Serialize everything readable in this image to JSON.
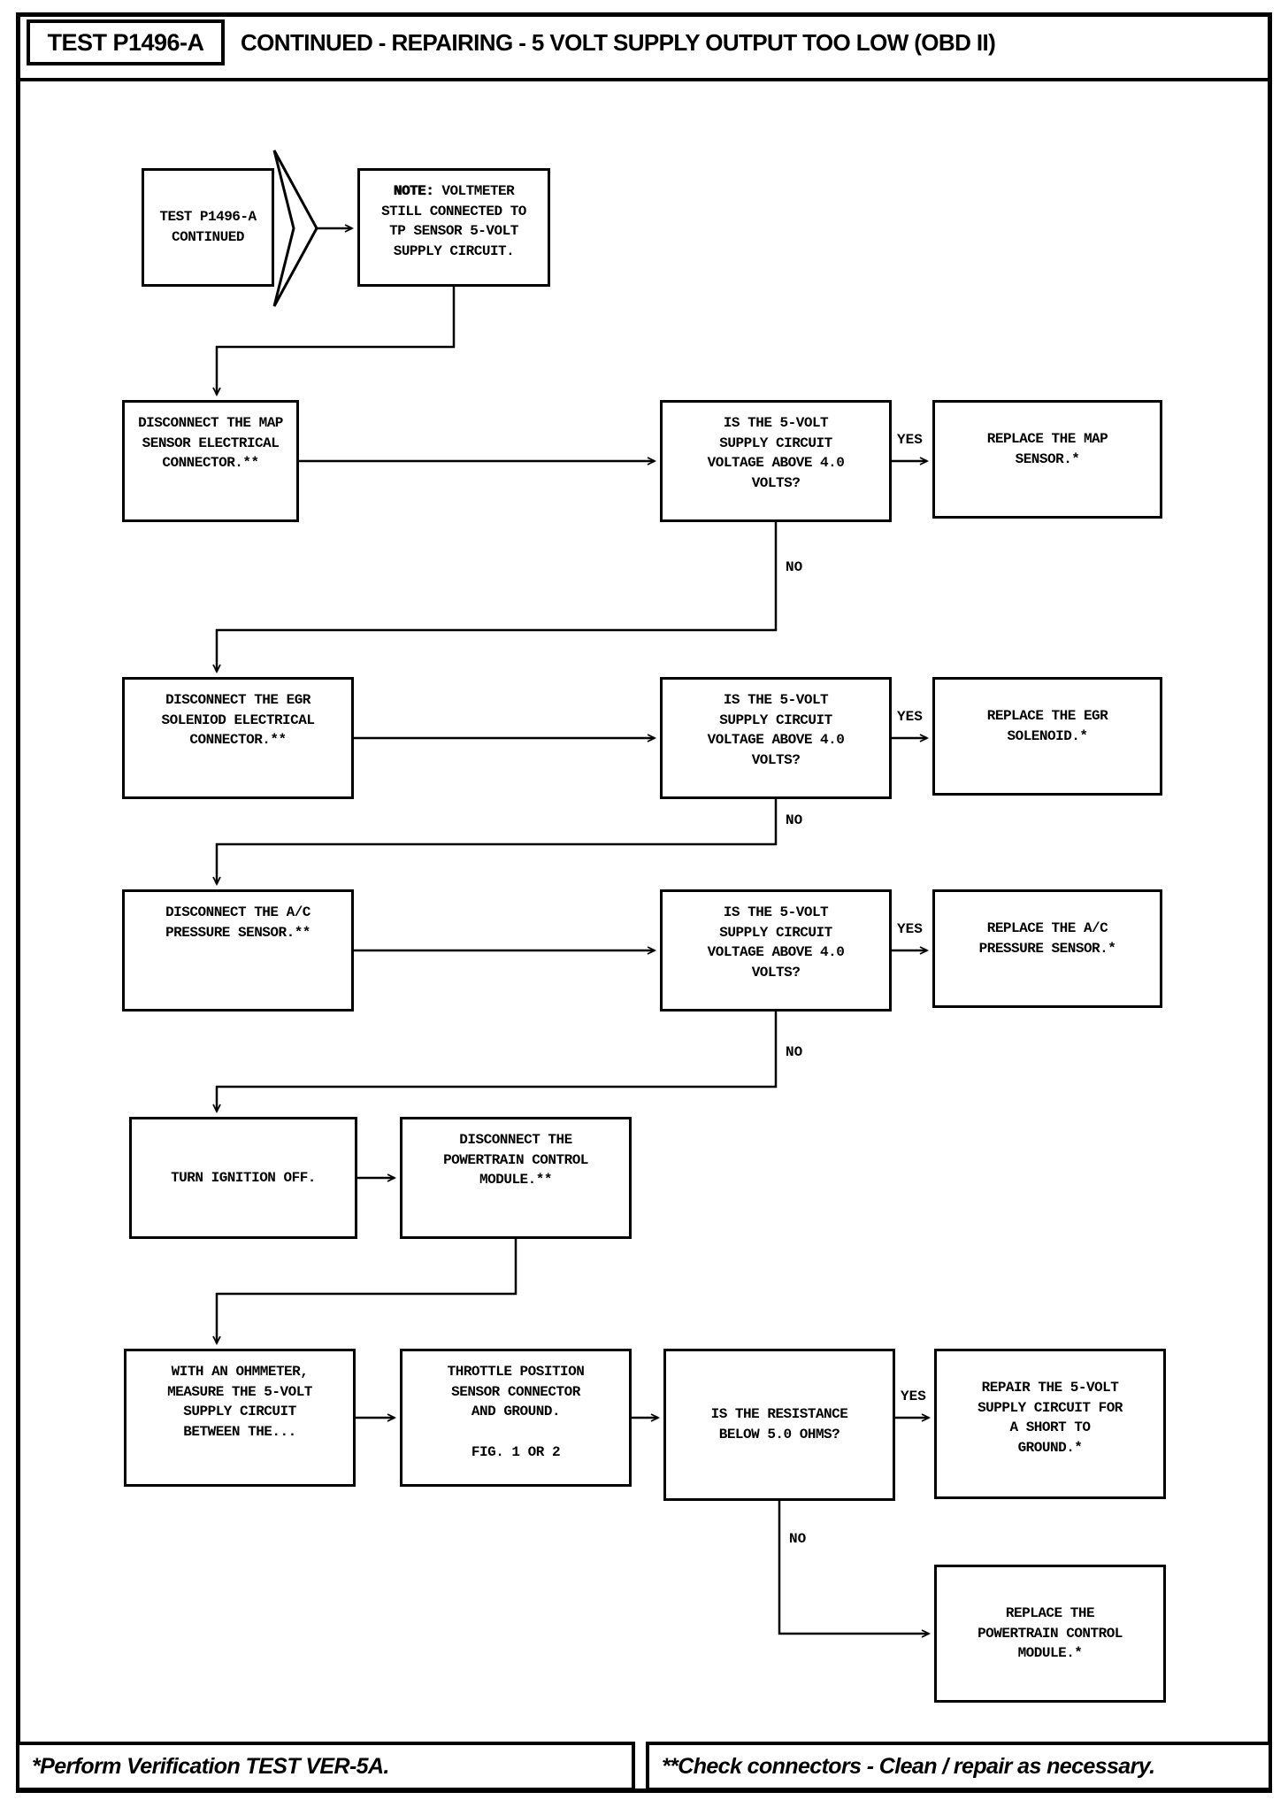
{
  "header": {
    "test_id": "TEST P1496-A",
    "title": "CONTINUED - REPAIRING - 5 VOLT SUPPLY OUTPUT TOO LOW (OBD II)"
  },
  "labels": {
    "yes": "YES",
    "no": "NO"
  },
  "nodes": {
    "start": "TEST P1496-A\nCONTINUED",
    "note_prefix": "NOTE:",
    "note_rest": " VOLTMETER\nSTILL CONNECTED TO\nTP SENSOR 5-VOLT\nSUPPLY CIRCUIT.",
    "disconnect_map": "DISCONNECT THE MAP\nSENSOR ELECTRICAL\nCONNECTOR.**",
    "q_voltage_map": "IS THE 5-VOLT\nSUPPLY CIRCUIT\nVOLTAGE ABOVE 4.0\nVOLTS?",
    "replace_map": "REPLACE THE MAP\nSENSOR.*",
    "disconnect_egr": "DISCONNECT THE EGR\nSOLENIOD ELECTRICAL\nCONNECTOR.**",
    "q_voltage_egr": "IS THE 5-VOLT\nSUPPLY CIRCUIT\nVOLTAGE ABOVE 4.0\nVOLTS?",
    "replace_egr": "REPLACE THE EGR\nSOLENOID.*",
    "disconnect_ac": "DISCONNECT THE A/C\nPRESSURE SENSOR.**",
    "q_voltage_ac": "IS THE 5-VOLT\nSUPPLY CIRCUIT\nVOLTAGE ABOVE 4.0\nVOLTS?",
    "replace_ac": "REPLACE THE A/C\nPRESSURE SENSOR.*",
    "ignition_off": "TURN IGNITION OFF.",
    "disconnect_pcm": "DISCONNECT THE\nPOWERTRAIN CONTROL\nMODULE.**",
    "ohmmeter": "WITH AN OHMMETER,\nMEASURE THE 5-VOLT\nSUPPLY CIRCUIT\nBETWEEN THE...",
    "tps_ground": "THROTTLE POSITION\nSENSOR CONNECTOR\nAND GROUND.\n\nFIG. 1 OR 2",
    "q_resistance": "IS THE RESISTANCE\nBELOW 5.0 OHMS?",
    "repair_short": "REPAIR THE 5-VOLT\nSUPPLY CIRCUIT FOR\nA SHORT TO\nGROUND.*",
    "replace_pcm": "REPLACE THE\nPOWERTRAIN CONTROL\nMODULE.*"
  },
  "footer": {
    "left": "*Perform Verification TEST VER-5A.",
    "right": "**Check connectors - Clean / repair as necessary."
  }
}
